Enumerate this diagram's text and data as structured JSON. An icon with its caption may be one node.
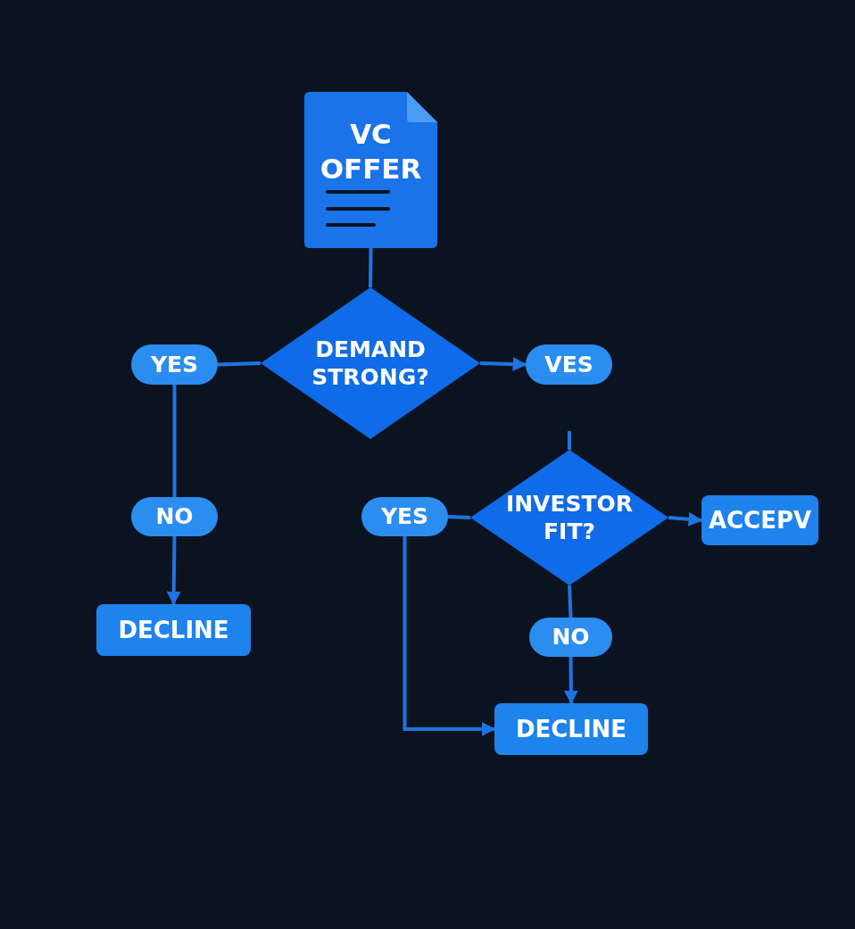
{
  "diagram": {
    "nodes": [
      {
        "text": [
          "VC OFFER"
        ]
      },
      {
        "text": [
          "DEMAND STRONG?"
        ]
      },
      {
        "text": [
          "YES"
        ]
      },
      {
        "text": [
          "VES"
        ]
      },
      {
        "text": [
          "NO"
        ]
      },
      {
        "text": [
          "DECLINE"
        ]
      },
      {
        "text": [
          "INVESTOR FIT?"
        ]
      },
      {
        "text": [
          "YES"
        ]
      },
      {
        "text": [
          "ACCEPV"
        ]
      },
      {
        "text": [
          "NO"
        ]
      },
      {
        "text": [
          "DECLINE"
        ]
      }
    ],
    "edges": [
      {
        "from": 0,
        "to": 1,
        "arrow": "none"
      },
      {
        "from": 1,
        "to": 2,
        "arrow": "none"
      },
      {
        "from": 1,
        "to": 3,
        "arrow": "to"
      },
      {
        "from": 2,
        "to": 4,
        "arrow": "none"
      },
      {
        "from": 4,
        "to": 5,
        "arrow": "to"
      },
      {
        "from": null,
        "to": 6,
        "arrow": "none"
      },
      {
        "from": 6,
        "to": 7,
        "arrow": "none"
      },
      {
        "from": 6,
        "to": 8,
        "arrow": "to"
      },
      {
        "from": 6,
        "to": 9,
        "arrow": "none"
      },
      {
        "from": 9,
        "to": 10,
        "arrow": "to"
      },
      {
        "from": 7,
        "to": 10,
        "arrow": "to"
      }
    ]
  }
}
